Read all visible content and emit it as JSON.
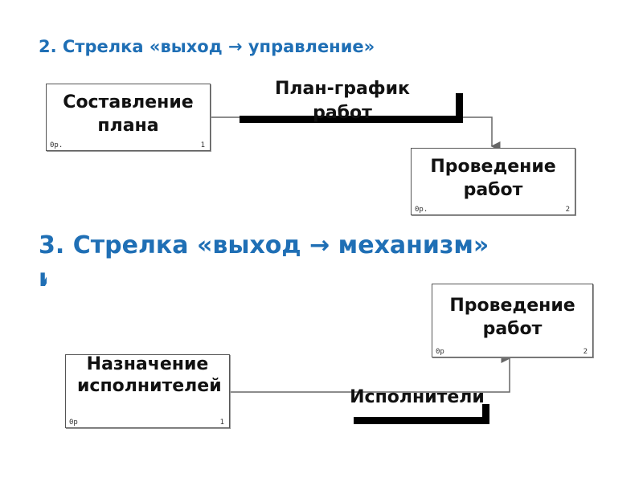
{
  "section2": {
    "heading": "2. Стрелка «выход → управление»",
    "box_a": {
      "label": "Составление плана",
      "op": "0p.",
      "num": "1"
    },
    "arrow_label": "План-график работ",
    "box_b": {
      "label": "Проведение работ",
      "op": "0p.",
      "num": "2"
    }
  },
  "section3": {
    "heading": "3. Стрелка «выход → механизм»",
    "heading_tail": "и",
    "box_a": {
      "label": "Назначение исполнителей",
      "op": "0p",
      "num": "1"
    },
    "arrow_label": "Исполнители",
    "box_b": {
      "label": "Проведение работ",
      "op": "0p",
      "num": "2"
    }
  },
  "colors": {
    "heading": "#1f6fb5",
    "bars": "#000000",
    "connector": "#666666"
  }
}
